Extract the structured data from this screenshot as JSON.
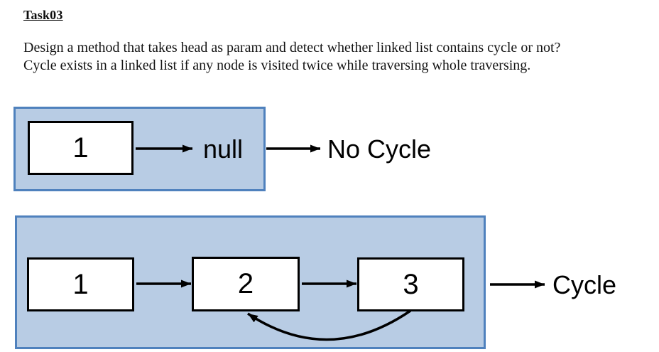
{
  "title": "Task03",
  "paragraph": {
    "line1": "Design a method that takes head as param and detect whether linked list contains cycle or not?",
    "line2": "Cycle exists in a linked list if any node is visited twice while traversing whole traversing."
  },
  "diagram_no_cycle": {
    "nodes": [
      "1"
    ],
    "pointer_label": "null",
    "result_label": "No Cycle"
  },
  "diagram_cycle": {
    "nodes": [
      "1",
      "2",
      "3"
    ],
    "result_label": "Cycle"
  },
  "colors": {
    "panel_fill": "#b8cce4",
    "panel_border": "#4f81bd",
    "arrow": "#000000"
  }
}
